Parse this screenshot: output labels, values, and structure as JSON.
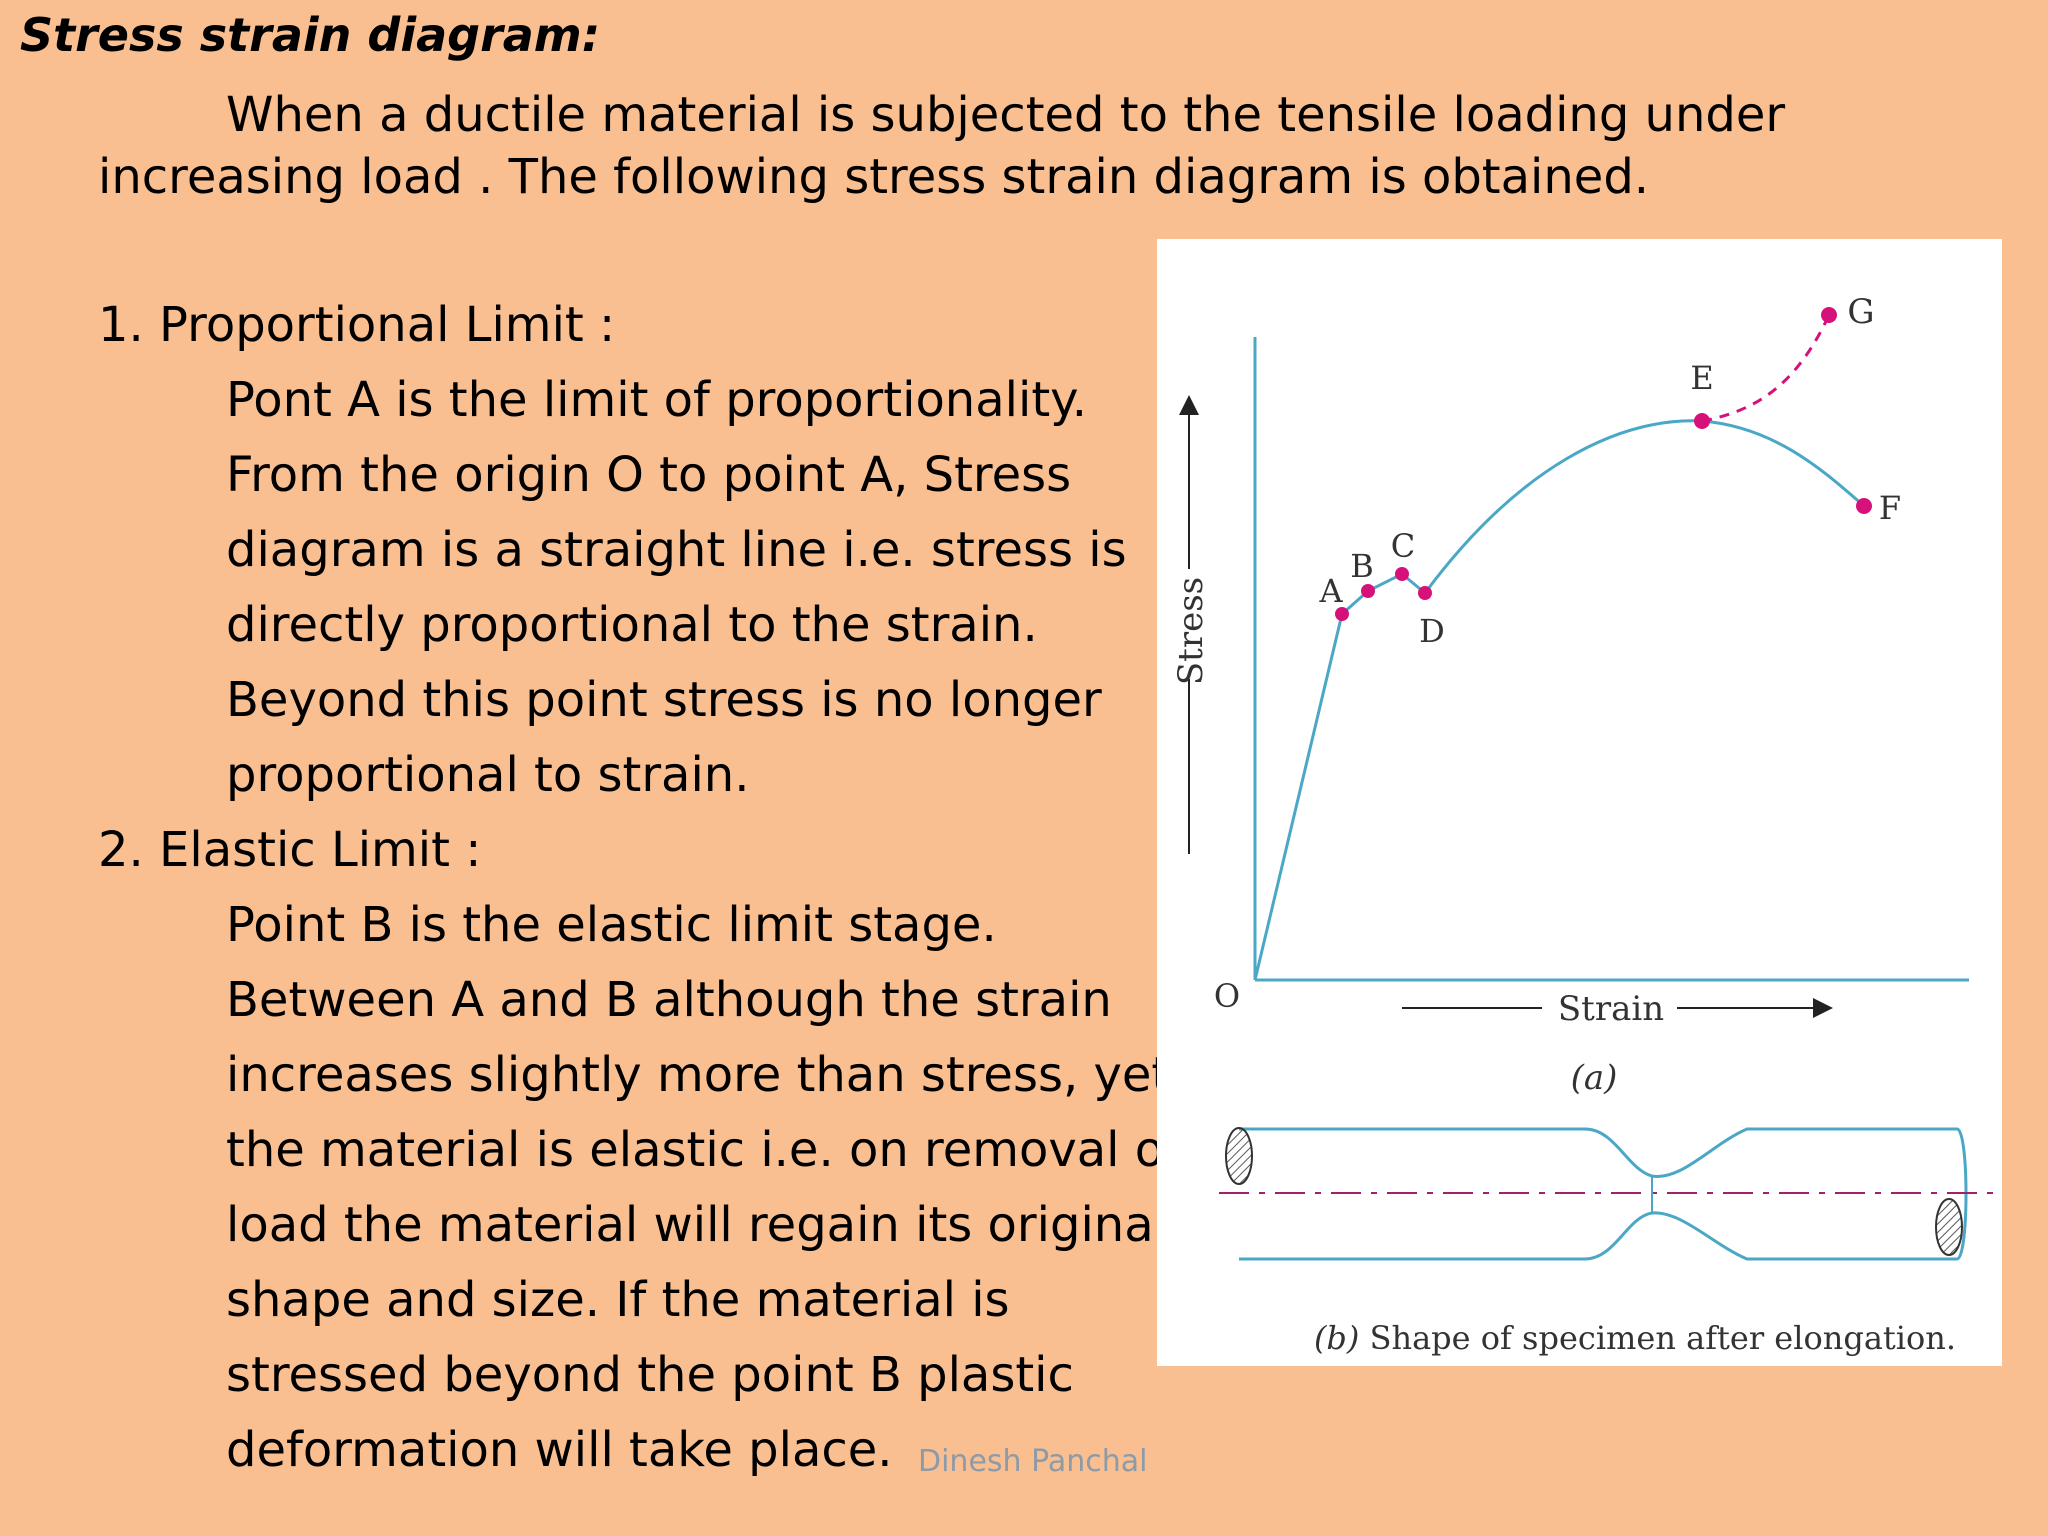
{
  "slide": {
    "title": "Stress strain diagram:",
    "intro": "When a ductile material is subjected to the tensile loading under increasing load . The following stress strain diagram is obtained.",
    "sections": [
      {
        "heading": "1. Proportional Limit :",
        "lines": [
          "Pont A is the limit of proportionality.",
          "From the origin O to point A, Stress",
          "diagram is a straight line i.e. stress is",
          "directly proportional to the strain.",
          "Beyond this point stress is no longer",
          "proportional to strain."
        ]
      },
      {
        "heading": "2. Elastic Limit :",
        "lines": [
          "Point B is the elastic limit stage.",
          "Between A and B although the strain",
          "increases slightly more than stress, yet",
          "the material is elastic i.e. on removal of",
          "load the material will regain its original",
          " shape and size. If the material is",
          " stressed  beyond the point B plastic",
          "deformation will take place."
        ]
      }
    ],
    "author": "Dinesh Panchal"
  },
  "figure": {
    "y_axis_label": "Stress",
    "x_axis_label": "Strain",
    "origin_label": "O",
    "points": [
      "A",
      "B",
      "C",
      "D",
      "E",
      "F",
      "G"
    ],
    "caption_a": "(a)",
    "caption_b_prefix": "(b)",
    "caption_b": " Shape of specimen after elongation.",
    "colors": {
      "curve": "#4aa7c6",
      "points": "#d6127a",
      "centerline": "#a0206e",
      "background": "#f9bf91"
    }
  }
}
